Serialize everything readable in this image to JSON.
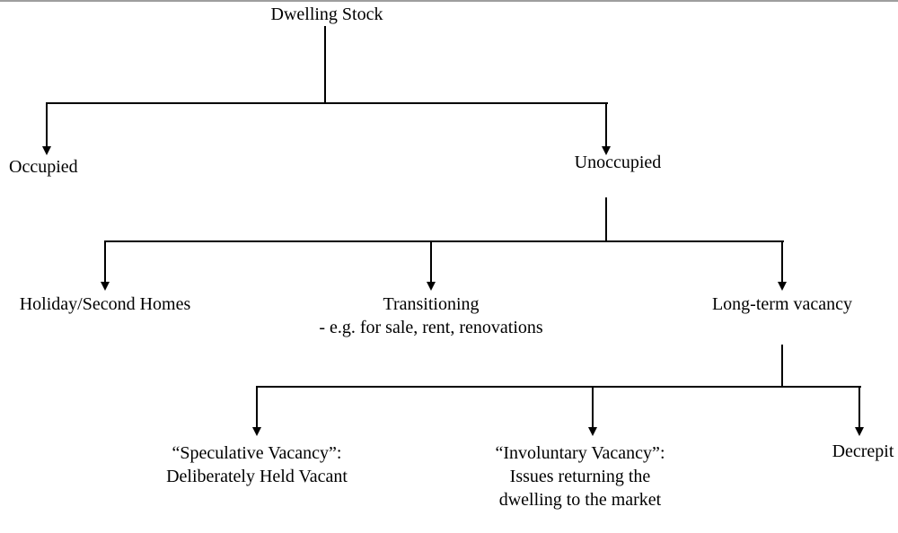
{
  "page": {
    "colors": {
      "background": "#ffffff",
      "line": "#000000",
      "text": "#000000",
      "top_border": "#9e9e9e"
    }
  },
  "diagram": {
    "root": {
      "label": "Dwelling Stock"
    },
    "level2": [
      {
        "label": "Occupied"
      },
      {
        "label": "Unoccupied"
      }
    ],
    "level3": [
      {
        "lines": [
          "Holiday/Second Homes"
        ]
      },
      {
        "lines": [
          "Transitioning",
          "- e.g. for sale, rent, renovations"
        ]
      },
      {
        "lines": [
          "Long-term vacancy"
        ]
      }
    ],
    "level4": [
      {
        "lines": [
          "“Speculative Vacancy”:",
          "Deliberately Held Vacant"
        ]
      },
      {
        "lines": [
          "“Involuntary Vacancy”:",
          "Issues returning the",
          "dwelling to the market"
        ]
      },
      {
        "lines": [
          "Decrepit"
        ]
      }
    ]
  }
}
